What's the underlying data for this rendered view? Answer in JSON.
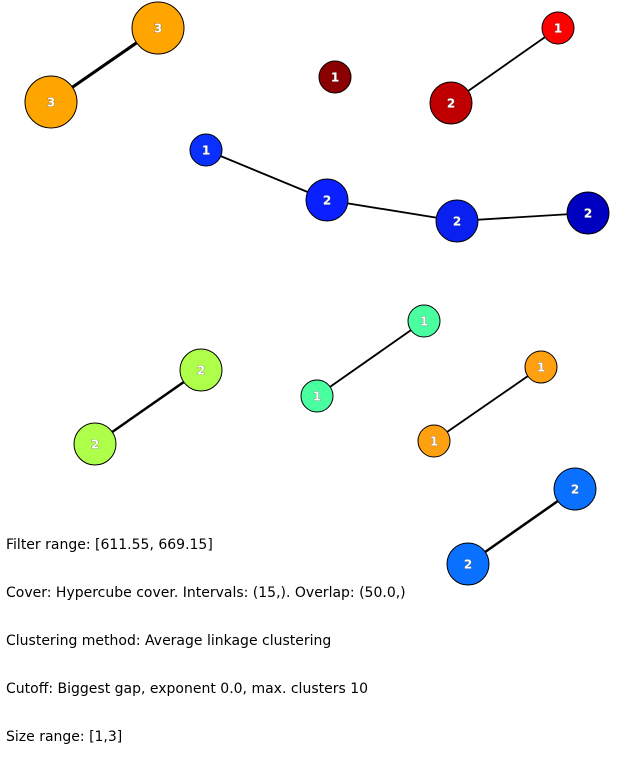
{
  "graph": {
    "nodes": [
      {
        "id": "a1",
        "label": "3",
        "color": "#FFA500"
      },
      {
        "id": "a2",
        "label": "3",
        "color": "#FFA500"
      },
      {
        "id": "b1",
        "label": "1",
        "color": "#8B0000"
      },
      {
        "id": "c1",
        "label": "1",
        "color": "#FF0000"
      },
      {
        "id": "c2",
        "label": "2",
        "color": "#C00000"
      },
      {
        "id": "d1",
        "label": "1",
        "color": "#0A30FF"
      },
      {
        "id": "d2",
        "label": "2",
        "color": "#0A20FF"
      },
      {
        "id": "d3",
        "label": "2",
        "color": "#0A20F0"
      },
      {
        "id": "d4",
        "label": "2",
        "color": "#0000C0"
      },
      {
        "id": "e1",
        "label": "2",
        "color": "#ADFF4A"
      },
      {
        "id": "e2",
        "label": "2",
        "color": "#ADFF4A"
      },
      {
        "id": "f1",
        "label": "1",
        "color": "#4AFFA0"
      },
      {
        "id": "f2",
        "label": "1",
        "color": "#4AFFA0"
      },
      {
        "id": "g1",
        "label": "1",
        "color": "#FFA010"
      },
      {
        "id": "g2",
        "label": "1",
        "color": "#FFA010"
      },
      {
        "id": "h1",
        "label": "2",
        "color": "#0A70FF"
      },
      {
        "id": "h2",
        "label": "2",
        "color": "#0A70FF"
      }
    ],
    "edges": [
      {
        "from": "a1",
        "to": "a2",
        "weight": 3
      },
      {
        "from": "c1",
        "to": "c2",
        "weight": 1
      },
      {
        "from": "d1",
        "to": "d2",
        "weight": 1
      },
      {
        "from": "d2",
        "to": "d3",
        "weight": 1
      },
      {
        "from": "d3",
        "to": "d4",
        "weight": 1
      },
      {
        "from": "e1",
        "to": "e2",
        "weight": 2
      },
      {
        "from": "f1",
        "to": "f2",
        "weight": 1
      },
      {
        "from": "g1",
        "to": "g2",
        "weight": 1
      },
      {
        "from": "h1",
        "to": "h2",
        "weight": 2
      }
    ]
  },
  "info": {
    "filter_range": "Filter range: [611.55, 669.15]",
    "cover": "Cover: Hypercube cover. Intervals: (15,). Overlap: (50.0,)",
    "clustering": "Clustering method: Average linkage clustering",
    "cutoff": "Cutoff: Biggest gap, exponent 0.0, max. clusters 10",
    "size_range": "Size range: [1,3]"
  }
}
